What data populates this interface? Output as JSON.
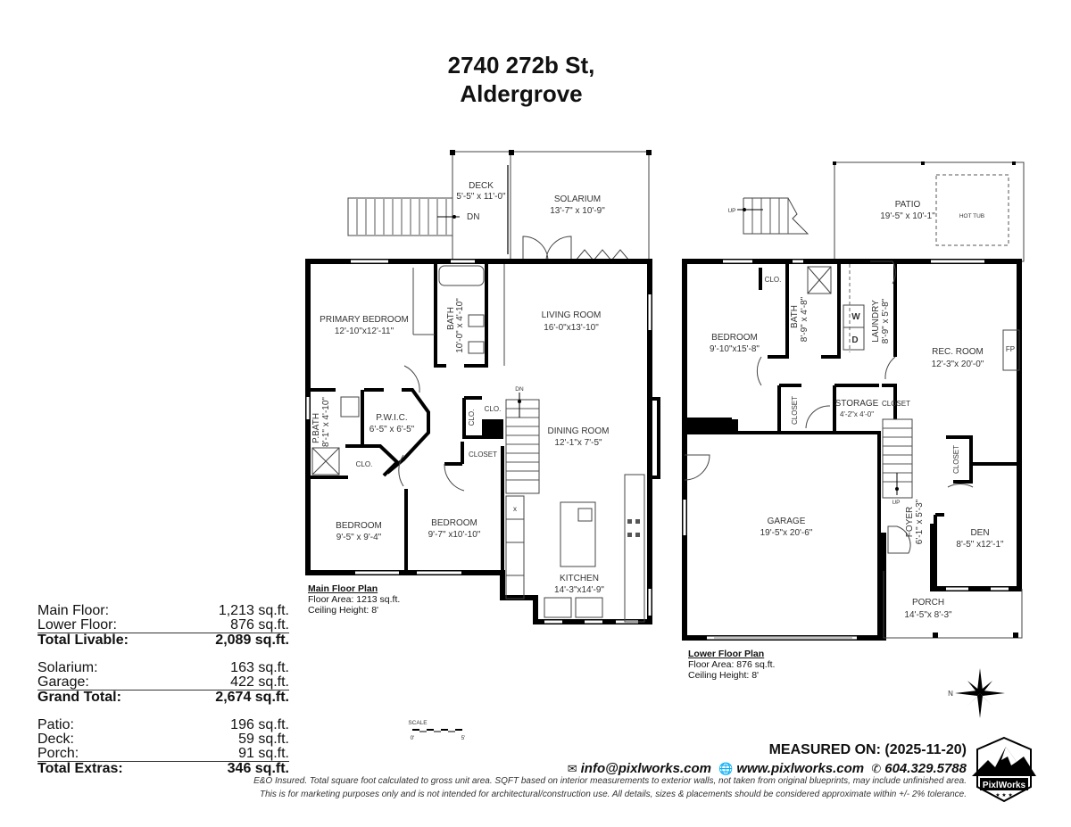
{
  "title": {
    "line1": "2740 272b St,",
    "line2": "Aldergrove"
  },
  "main_floor": {
    "heading": "Main Floor Plan",
    "floor_area": "Floor Area: 1213 sq.ft.",
    "ceiling": "Ceiling Height: 8'",
    "rooms": {
      "deck": {
        "name": "DECK",
        "dims": "5'-5\" x 11'-0\""
      },
      "solarium": {
        "name": "SOLARIUM",
        "dims": "13'-7\" x 10'-9\""
      },
      "primary_bedroom": {
        "name": "PRIMARY BEDROOM",
        "dims": "12'-10\"x12'-11\""
      },
      "bath": {
        "name": "BATH",
        "dims": "10'-0\" x 4'-10\""
      },
      "living_room": {
        "name": "LIVING ROOM",
        "dims": "16'-0\"x13'-10\""
      },
      "pbath": {
        "name": "P.BATH",
        "dims": "8'-1\" x 4'-10\""
      },
      "pwic": {
        "name": "P.W.I.C.",
        "dims": "6'-5\" x 6'-5\""
      },
      "dining_room": {
        "name": "DINING ROOM",
        "dims": "12'-1\"x 7'-5\""
      },
      "bedroom1": {
        "name": "BEDROOM",
        "dims": "9'-5\" x 9'-4\""
      },
      "bedroom2": {
        "name": "BEDROOM",
        "dims": "9'-7\" x10'-10\""
      },
      "kitchen": {
        "name": "KITCHEN",
        "dims": "14'-3\"x14'-9\""
      }
    },
    "labels": {
      "clo1": "CLO.",
      "clo2": "CLO.",
      "clo3": "CLO.",
      "closet": "CLOSET",
      "dn1": "DN",
      "dn2": "DN",
      "x": "x"
    }
  },
  "lower_floor": {
    "heading": "Lower Floor Plan",
    "floor_area": "Floor Area: 876 sq.ft.",
    "ceiling": "Ceiling Height: 8'",
    "rooms": {
      "patio": {
        "name": "PATIO",
        "dims": "19'-5\" x 10'-1\""
      },
      "bedroom": {
        "name": "BEDROOM",
        "dims": "9'-10\"x15'-8\""
      },
      "bath": {
        "name": "BATH",
        "dims": "8'-9\" x 4'-8\""
      },
      "laundry": {
        "name": "LAUNDRY",
        "dims": "8'-9\" x 5'-8\""
      },
      "rec_room": {
        "name": "REC. ROOM",
        "dims": "12'-3\"x 20'-0\""
      },
      "storage": {
        "name": "STORAGE",
        "dims": "4'-2\"x 4'-0\""
      },
      "garage": {
        "name": "GARAGE",
        "dims": "19'-5\"x 20'-6\""
      },
      "foyer": {
        "name": "FOYER",
        "dims": "6'-1\" x 5'-3\""
      },
      "den": {
        "name": "DEN",
        "dims": "8'-5\" x12'-1\""
      },
      "porch": {
        "name": "PORCH",
        "dims": "14'-5\"x 8'-3\""
      }
    },
    "labels": {
      "hot_tub": "HOT TUB",
      "clo": "CLO.",
      "closet1": "CLOSET",
      "closet2": "CLOSET",
      "closet3": "CLOSET",
      "w": "W",
      "d": "D",
      "fp": "FP",
      "up1": "UP",
      "up2": "UP"
    }
  },
  "summary": [
    {
      "label": "Main Floor:",
      "value": "1,213 sq.ft."
    },
    {
      "label": "Lower Floor:",
      "value": "876 sq.ft."
    },
    {
      "label": "Total Livable:",
      "value": "2,089 sq.ft."
    },
    {
      "label": "Solarium:",
      "value": "163 sq.ft."
    },
    {
      "label": "Garage:",
      "value": "422 sq.ft."
    },
    {
      "label": "Grand Total:",
      "value": "2,674 sq.ft."
    },
    {
      "label": "Patio:",
      "value": "196 sq.ft."
    },
    {
      "label": "Deck:",
      "value": "59 sq.ft."
    },
    {
      "label": "Porch:",
      "value": "91 sq.ft."
    },
    {
      "label": "Total Extras:",
      "value": "346 sq.ft."
    }
  ],
  "scale": {
    "label": "SCALE",
    "start": "0'",
    "end": "5'"
  },
  "compass": {
    "label": "N"
  },
  "footer": {
    "measured": "MEASURED ON: (2025-11-20)",
    "email": "info@pixlworks.com",
    "website": "www.pixlworks.com",
    "phone": "604.329.5788",
    "disclaimer1": "E&O Insured.  Total square foot calculated to gross unit area. SQFT based on interior measurements to exterior walls, not taken from original blueprints, may include unfinished area.",
    "disclaimer2": "This is for marketing purposes only and is not intended for architectural/construction use.  All details, sizes & placements should be considered approximate within +/- 2%  tolerance.",
    "icons": {
      "email": "envelope-icon",
      "website": "globe-icon",
      "phone": "phone-icon"
    }
  },
  "logo": {
    "text": "PixlWorks"
  }
}
